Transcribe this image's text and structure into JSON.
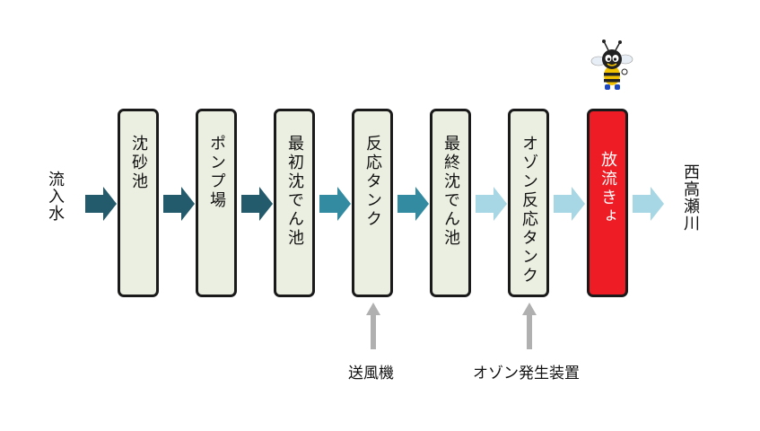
{
  "inlet_label": "流入水",
  "outlet_label": "西高瀬川",
  "stages": [
    {
      "label": "沈砂池"
    },
    {
      "label": "ポンプ場"
    },
    {
      "label": "最初沈でん池"
    },
    {
      "label": "反応タンク"
    },
    {
      "label": "最終沈でん池"
    },
    {
      "label": "オゾン反応タンク"
    },
    {
      "label": "放流きょ",
      "highlight": true
    }
  ],
  "inputs": {
    "blower": "送風機",
    "ozone_generator": "オゾン発生装置"
  },
  "colors": {
    "box_fill": "#ebefe1",
    "box_border": "#1a1a1a",
    "discharge_fill": "#ee1c25",
    "arrow_dark": "#235b6d",
    "arrow_mid": "#338ba2",
    "arrow_light": "#a7d7e4",
    "arrow_gray": "#b0b0b0"
  },
  "mascot": "bee-mascot-icon"
}
